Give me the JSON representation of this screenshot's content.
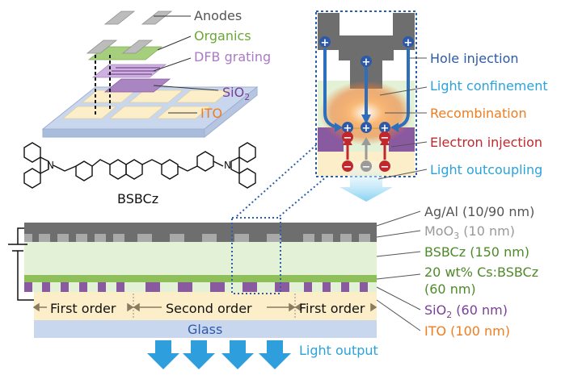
{
  "layers3d": {
    "anodes": "Anodes",
    "organics": "Organics",
    "dfb": "DFB grating",
    "sio2_base": "SiO",
    "sio2_sub": "2",
    "ito": "ITO"
  },
  "molecule": {
    "name": "BSBCz",
    "atom": "N"
  },
  "inset": {
    "hole_injection": "Hole injection",
    "light_confinement": "Light confinement",
    "recombination": "Recombination",
    "electron_injection": "Electron injection",
    "light_outcoupling": "Light outcoupling",
    "plus": "+",
    "minus": "−"
  },
  "stack": {
    "agal": "Ag/Al (10/90 nm)",
    "moo3_base": "MoO",
    "moo3_sub": "3",
    "moo3_rest": " (10 nm)",
    "bsbcz": "BSBCz (150 nm)",
    "doped_line1": "20 wt%  Cs:BSBCz",
    "doped_line2": "(60 nm)",
    "sio2_base": "SiO",
    "sio2_sub": "2",
    "sio2_rest": " (60 nm)",
    "ito": "ITO (100 nm)",
    "glass": "Glass",
    "light_output": "Light output"
  },
  "orders": {
    "first_left": "First order",
    "second": "Second order",
    "first_right": "First order"
  },
  "colors": {
    "metal": "#6e6e6e",
    "moo3": "#a9a9a9",
    "organic": "#e3f1d6",
    "doped": "#8fbf59",
    "sio2": "#8a5aa0",
    "ito": "#fbeec8",
    "glass": "#c8d6ee",
    "arrow_blue": "#2e9fdc",
    "hole": "#2c5aa8",
    "electron": "#c0282d",
    "recomb": "#f0883a",
    "purple_text": "#7a3f96",
    "green_text": "#4e8a2a",
    "gray_text": "#8a8a8a",
    "orange_text": "#ee7d1f",
    "light_blue_text": "#2aa3dd"
  }
}
